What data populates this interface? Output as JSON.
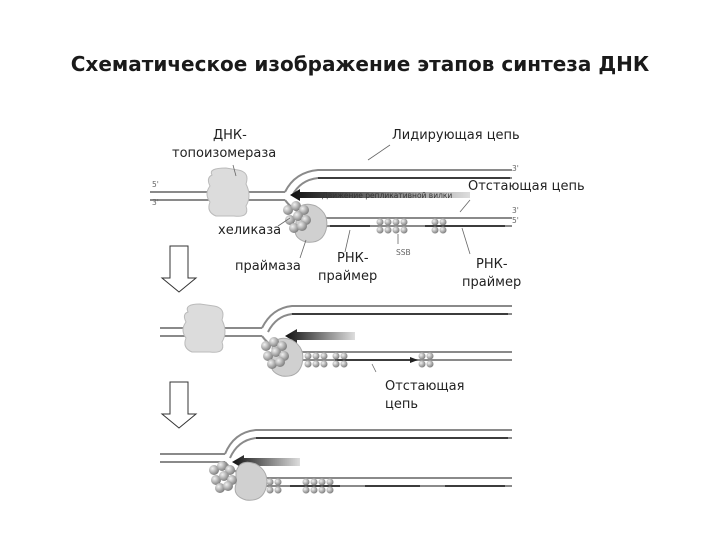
{
  "title": "Схематическое изображение этапов синтеза ДНК",
  "labels": {
    "topoisomerase_line1": "ДНК-",
    "topoisomerase_line2": "топоизомераза",
    "leading_strand": "Лидирующая цепь",
    "lagging_strand_top": "Отстающая цепь",
    "fork_movement": "Движение репликативной вилки",
    "helicase": "хеликаза",
    "primase": "праймаза",
    "rna_primer_a_line1": "РНК-",
    "rna_primer_a_line2": "праймер",
    "ssb": "SSB",
    "rna_primer_b_line1": "РНК-",
    "rna_primer_b_line2": "праймер",
    "lagging_strand_bottom_line1": "Отстающая",
    "lagging_strand_bottom_line2": "цепь"
  },
  "strand_ends": {
    "left_5": "5'",
    "left_3": "3'",
    "right_top_3": "3'",
    "right_mid_3": "3'",
    "right_mid_5": "5'"
  },
  "colors": {
    "strand": "#8a8a8a",
    "dark_strand": "#222222",
    "protein": "#d6d6d6",
    "helicase": "#9a9a9a",
    "ssb": "#bdbdbd"
  }
}
